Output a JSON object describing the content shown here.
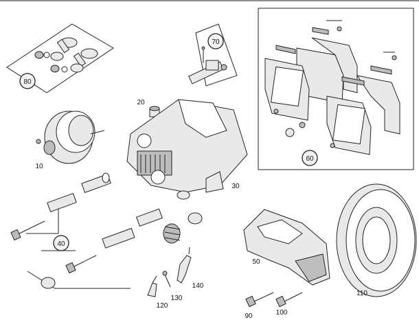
{
  "diagram": {
    "callouts": {
      "c10": "10",
      "c20": "20",
      "c30": "30",
      "c40": "40",
      "c50": "50",
      "c60": "60",
      "c70": "70",
      "c80": "80",
      "c90": "90",
      "c100": "100",
      "c110": "110",
      "c120": "120",
      "c130": "130",
      "c140": "140"
    }
  }
}
